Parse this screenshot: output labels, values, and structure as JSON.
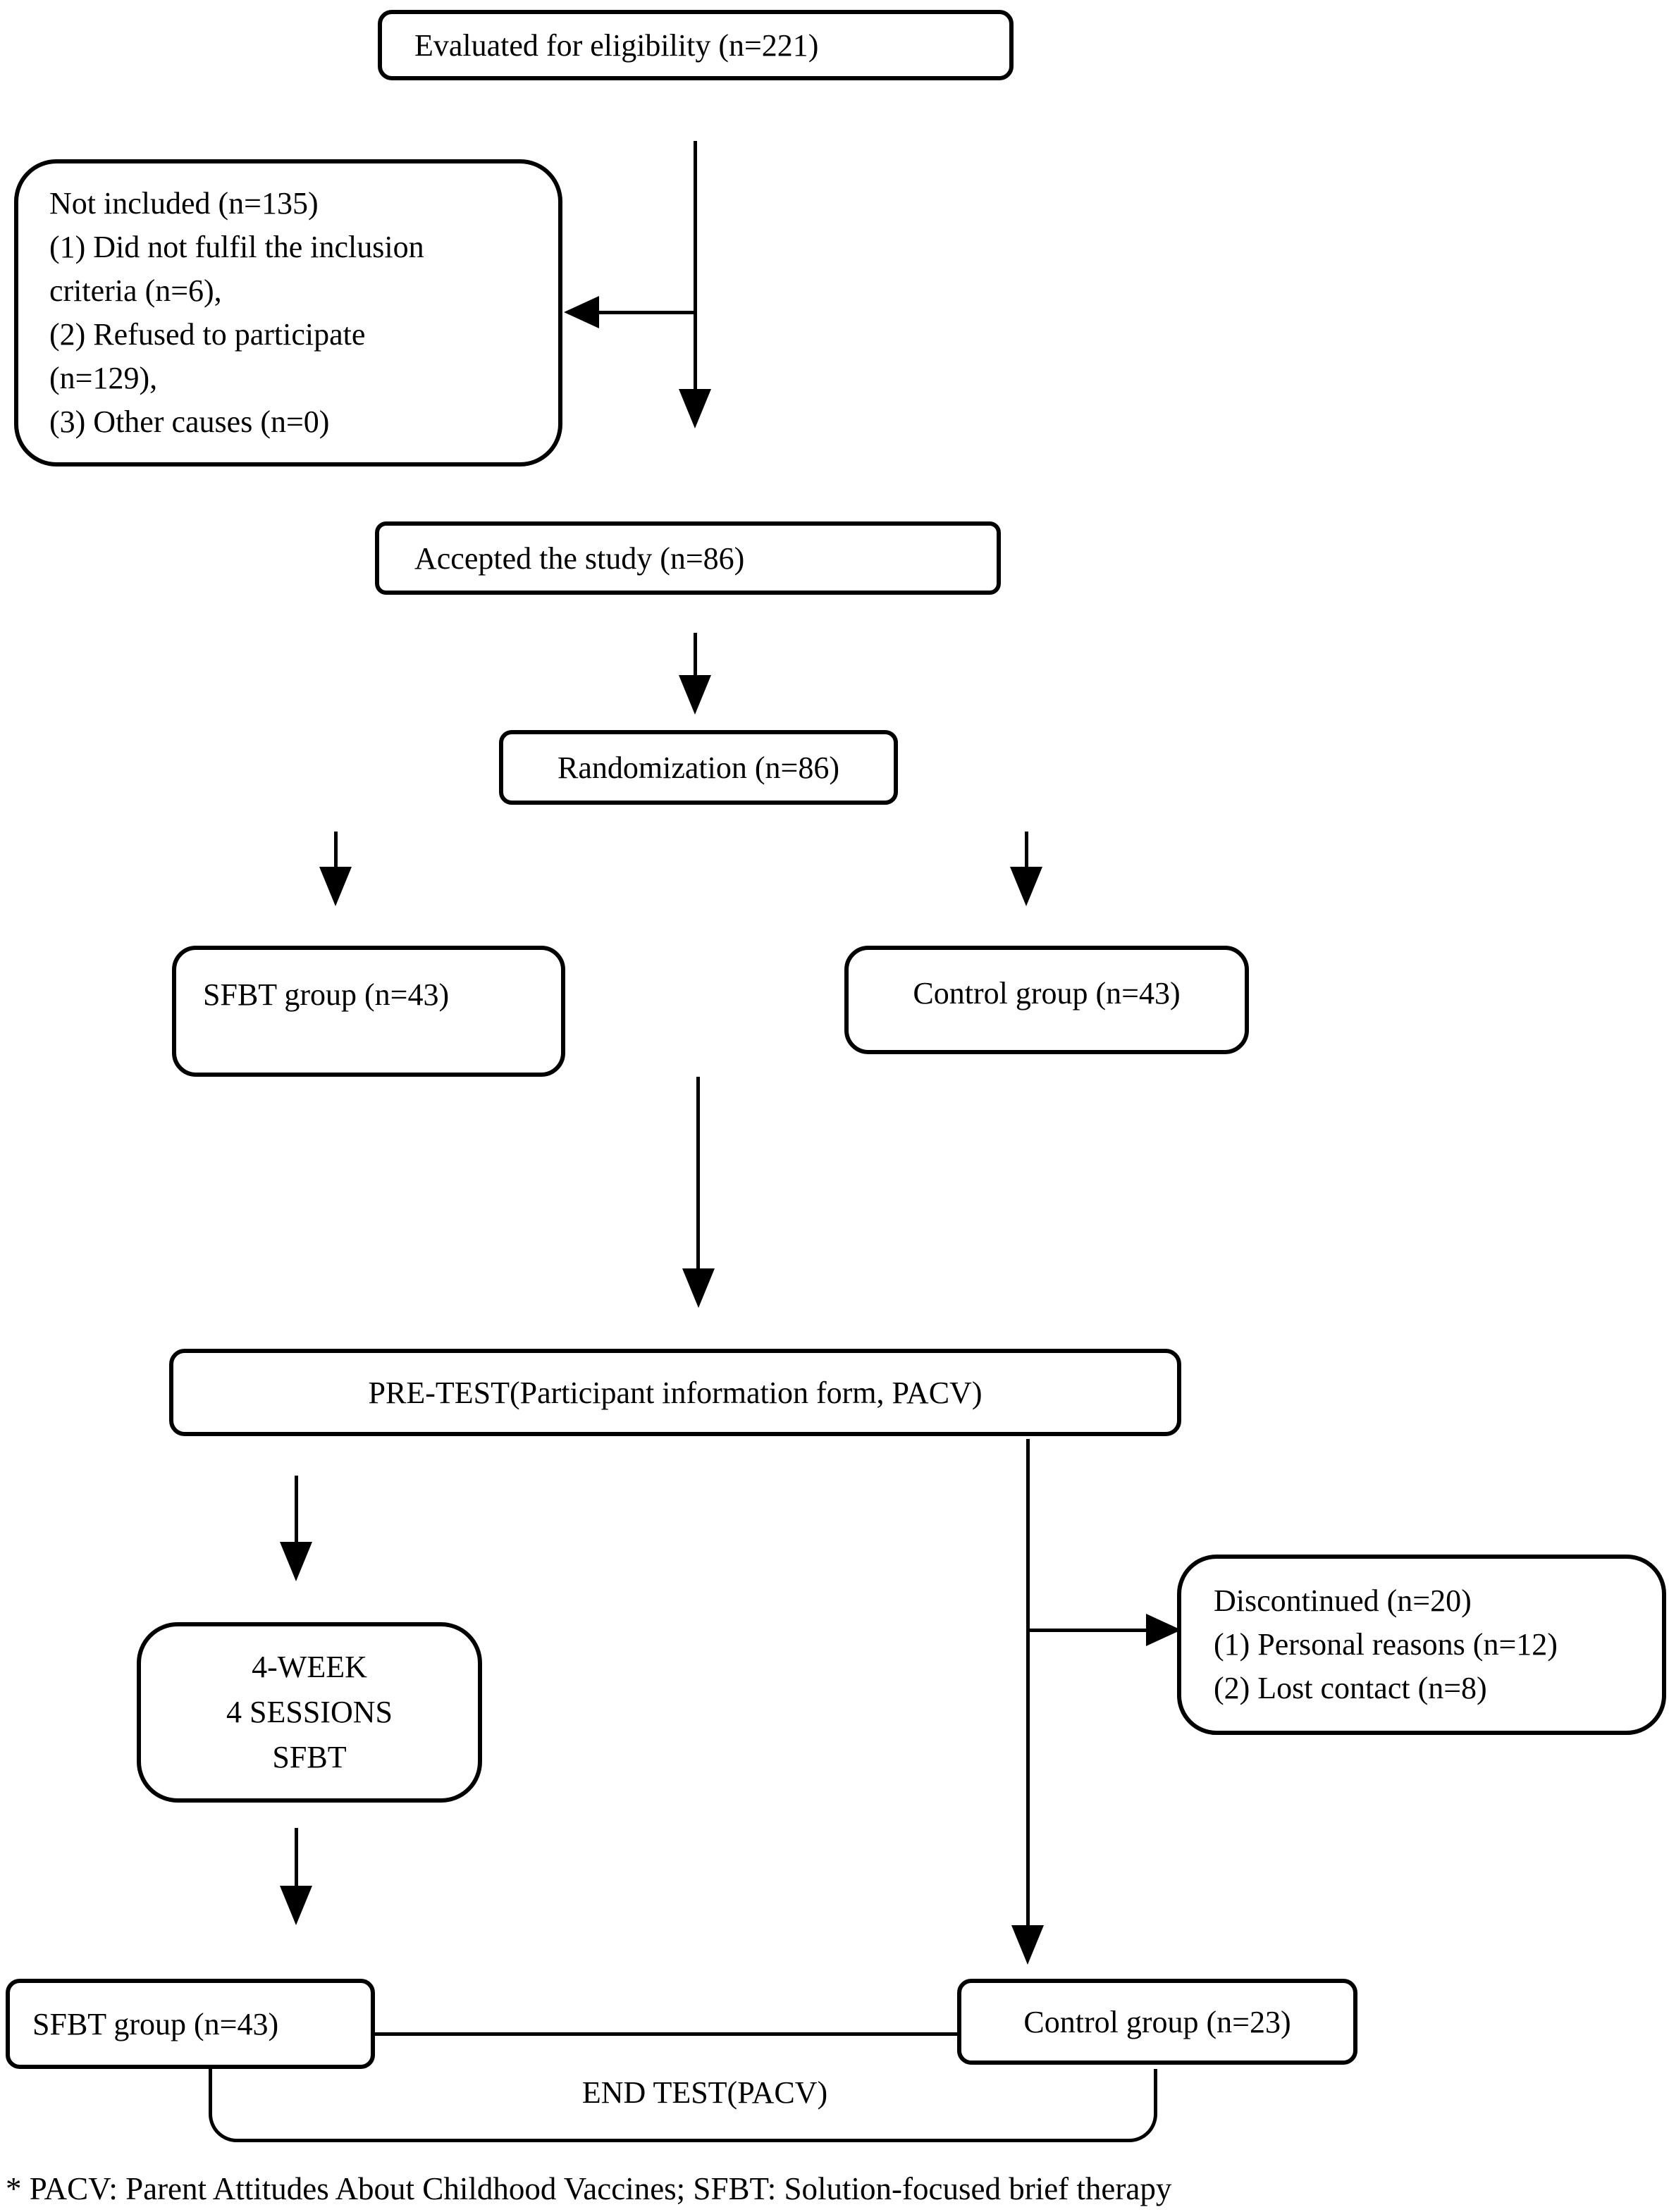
{
  "colors": {
    "ink": "#000000",
    "paper": "#ffffff"
  },
  "flow": {
    "evaluated": {
      "label": "Evaluated for eligibility (n=221)"
    },
    "not_included": {
      "lines": [
        "Not included (n=135)",
        "(1) Did not fulfil the inclusion",
        "criteria (n=6),",
        "(2) Refused to participate",
        "(n=129),",
        "(3) Other causes (n=0)"
      ]
    },
    "accepted": {
      "label": "Accepted the study (n=86)"
    },
    "randomization": {
      "label": "Randomization (n=86)"
    },
    "sfbt_group_initial": {
      "label": "SFBT group (n=43)"
    },
    "control_group_initial": {
      "label": "Control group (n=43)"
    },
    "pretest": {
      "label": "PRE-TEST(Participant information form, PACV)"
    },
    "intervention": {
      "lines": [
        "4-WEEK",
        "4 SESSIONS",
        "SFBT"
      ]
    },
    "discontinued": {
      "lines": [
        "Discontinued (n=20)",
        "(1) Personal reasons (n=12)",
        "(2) Lost contact (n=8)"
      ]
    },
    "sfbt_group_final": {
      "label": "SFBT group (n=43)"
    },
    "control_group_final": {
      "label": "Control group (n=23)"
    },
    "end_test": {
      "label": "END TEST(PACV)"
    },
    "footnote": "* PACV: Parent Attitudes About Childhood Vaccines; SFBT: Solution-focused brief therapy"
  }
}
